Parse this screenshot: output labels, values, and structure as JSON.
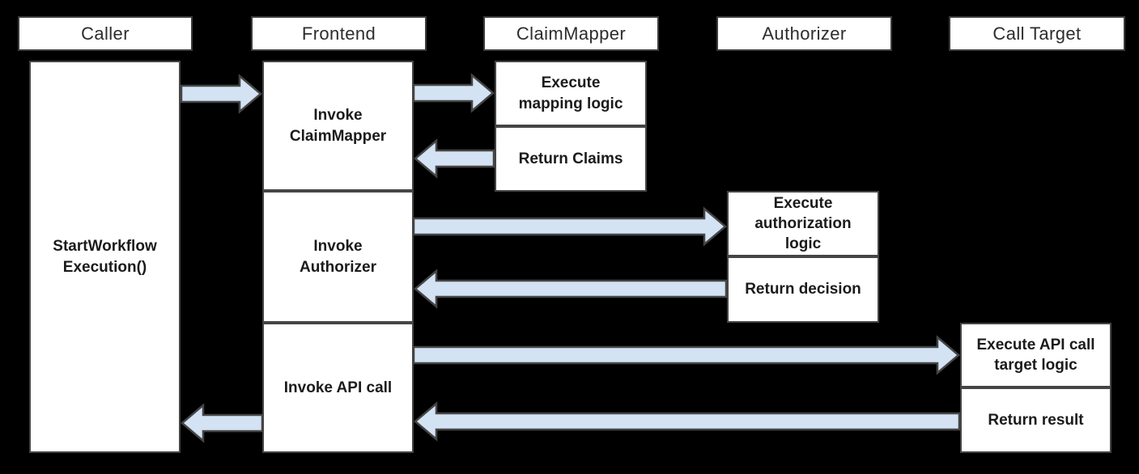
{
  "diagram": {
    "type": "sequence-diagram",
    "colors": {
      "background": "#000000",
      "box_fill": "#ffffff",
      "box_border": "#454545",
      "arrow_fill": "#d3e3f4",
      "arrow_border": "#454545",
      "text": "#212121"
    },
    "lanes": [
      {
        "title": "Caller",
        "boxes": [
          {
            "label": "StartWorkflow\nExecution()"
          }
        ]
      },
      {
        "title": "Frontend",
        "boxes": [
          {
            "label": "Invoke\nClaimMapper"
          },
          {
            "label": "Invoke\nAuthorizer"
          },
          {
            "label": "Invoke API call"
          }
        ]
      },
      {
        "title": "ClaimMapper",
        "boxes": [
          {
            "label": "Execute\nmapping logic"
          },
          {
            "label": "Return Claims"
          }
        ]
      },
      {
        "title": "Authorizer",
        "boxes": [
          {
            "label": "Execute\nauthorization\nlogic"
          },
          {
            "label": "Return decision"
          }
        ]
      },
      {
        "title": "Call Target",
        "boxes": [
          {
            "label": "Execute API call\ntarget logic"
          },
          {
            "label": "Return result"
          }
        ]
      }
    ],
    "flows": [
      {
        "from": "Caller",
        "to": "Frontend",
        "direction": "right"
      },
      {
        "from": "Frontend",
        "to": "ClaimMapper",
        "direction": "right"
      },
      {
        "from": "ClaimMapper",
        "to": "Frontend",
        "direction": "left"
      },
      {
        "from": "Frontend",
        "to": "Authorizer",
        "direction": "right"
      },
      {
        "from": "Authorizer",
        "to": "Frontend",
        "direction": "left"
      },
      {
        "from": "Frontend",
        "to": "Call Target",
        "direction": "right"
      },
      {
        "from": "Call Target",
        "to": "Frontend",
        "direction": "left"
      },
      {
        "from": "Frontend",
        "to": "Caller",
        "direction": "left"
      }
    ]
  }
}
